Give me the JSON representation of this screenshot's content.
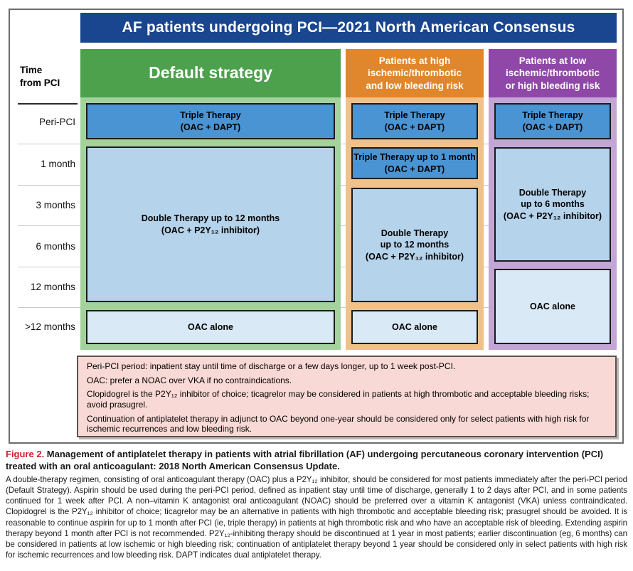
{
  "figure": {
    "banner": "AF patients undergoing PCI—2021 North American Consensus",
    "time_axis": {
      "header": "Time\nfrom PCI",
      "rows": [
        "Peri-PCI",
        "1 month",
        "3 months",
        "6 months",
        "12 months",
        ">12 months"
      ]
    },
    "columns": [
      {
        "header": "Default strategy",
        "boxes": [
          {
            "label": "Triple Therapy\n(OAC + DAPT)"
          },
          {
            "label": "Double Therapy up to 12 months\n(OAC + P2Y₁₂ inhibitor)"
          },
          {
            "label": "OAC alone"
          }
        ]
      },
      {
        "header": "Patients at high\nischemic/thrombotic\nand low bleeding risk",
        "boxes": [
          {
            "label": "Triple Therapy\n(OAC + DAPT)"
          },
          {
            "label": "Triple Therapy up to 1 month\n(OAC + DAPT)"
          },
          {
            "label": "Double Therapy\nup to 12 months\n(OAC + P2Y₁₂ inhibitor)"
          },
          {
            "label": "OAC alone"
          }
        ]
      },
      {
        "header": "Patients at low\nischemic/thrombotic\nor high bleeding risk",
        "boxes": [
          {
            "label": "Triple Therapy\n(OAC + DAPT)"
          },
          {
            "label": "Double Therapy\nup to 6 months\n(OAC + P2Y₁₂ inhibitor)"
          },
          {
            "label": "OAC alone"
          }
        ]
      }
    ],
    "notes": [
      "Peri-PCI period: inpatient stay until time of discharge or a few days longer, up to 1 week post-PCI.",
      "OAC: prefer a NOAC over VKA if no contraindications.",
      "Clopidogrel is the P2Y₁₂ inhibitor of choice; ticagrelor may be considered in patients at high thrombotic and acceptable bleeding risks; avoid prasugrel.",
      "Continuation of antiplatelet therapy in adjunct to OAC beyond one-year should be considered only for select patients with high risk for ischemic recurrences and low bleeding risk."
    ]
  },
  "caption": {
    "label": "Figure 2.",
    "title": " Management of antiplatelet therapy in patients with atrial fibrillation (AF) undergoing percutaneous coronary intervention (PCI) treated with an oral anticoagulant: 2018 North American Consensus Update.",
    "body": "A double-therapy regimen, consisting of oral anticoagulant therapy (OAC) plus a P2Y₁₂ inhibitor, should be considered for most patients immediately after the peri-PCI period (Default Strategy). Aspirin should be used during the peri-PCI period, defined as inpatient stay until time of discharge, generally 1 to 2 days after PCI, and in some patients continued for 1 week after PCI. A non–vitamin K antagonist oral anticoagulant (NOAC) should be preferred over a vitamin K antagonist (VKA) unless contraindicated. Clopidogrel is the P2Y₁₂ inhibitor of choice; ticagrelor may be an alternative in patients with high thrombotic and acceptable bleeding risk; prasugrel should be avoided. It is reasonable to continue aspirin for up to 1 month after PCI (ie, triple therapy) in patients at high thrombotic risk and who have an acceptable risk of bleeding. Extending aspirin therapy beyond 1 month after PCI is not recommended. P2Y₁₂-inhibiting therapy should be discontinued at 1 year in most patients; earlier discontinuation (eg, 6 months) can be considered in patients at low ischemic or high bleeding risk; continuation of antiplatelet therapy beyond 1 year should be considered only in select patients with high risk for ischemic recurrences and low bleeding risk. DAPT indicates dual antiplatelet therapy."
  },
  "colors": {
    "banner_navy": "#1a468f",
    "green_header": "#4da14d",
    "green_panel": "#a3d29d",
    "orange_header": "#e0862d",
    "orange_panel": "#f1c18c",
    "purple_header": "#8f48a8",
    "purple_panel": "#c3a5d6",
    "triple_blue": "#4a94d3",
    "double_blue": "#b5d3ea",
    "oac_blue": "#d9e9f6",
    "note_pink": "#f9d9d5",
    "figure_label_red": "#cd2127"
  }
}
